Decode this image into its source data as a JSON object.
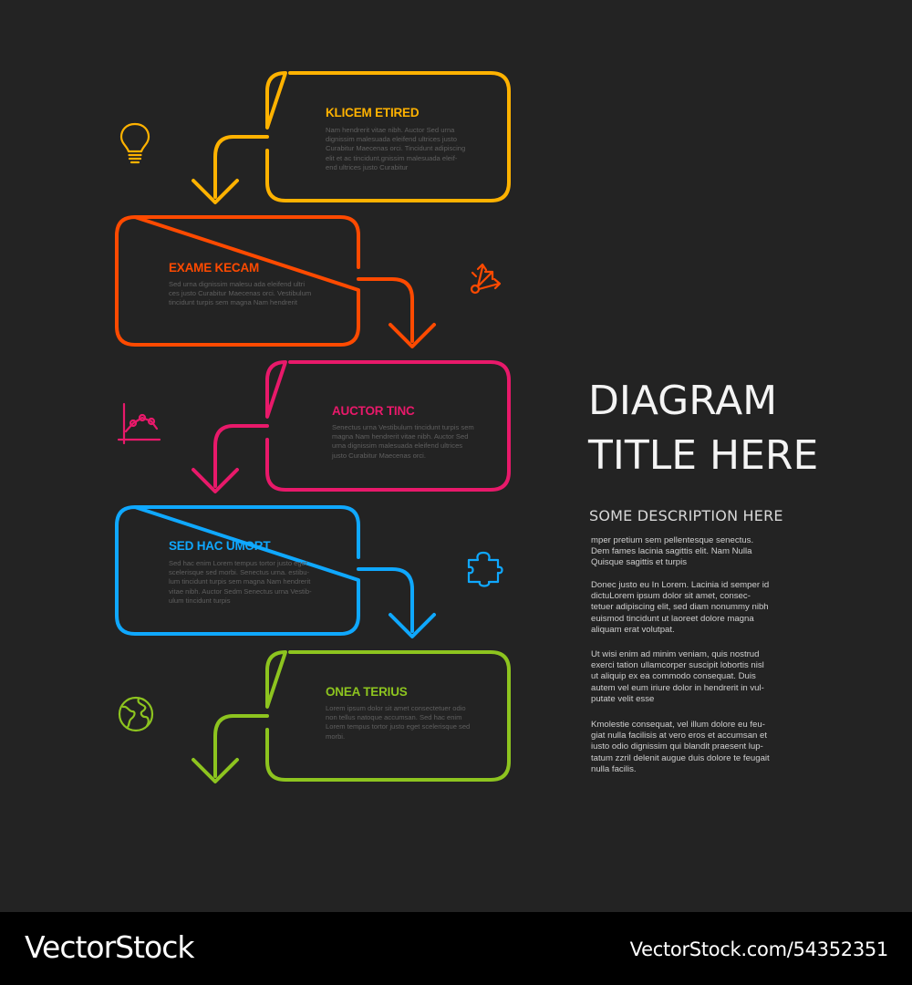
{
  "colors": {
    "background": "#232323",
    "step1": "#ffb200",
    "step2": "#ff4a00",
    "step3": "#e8196a",
    "step4": "#0fa8ff",
    "step5": "#8dc41f",
    "footer": "#000000"
  },
  "steps": [
    {
      "title": "KLICEM ETIRED",
      "body": "Nam hendrerit vitae nibh. Auctor Sed urna\ndignissim malesuada eleifend ultrices justo\nCurabitur Maecenas orci. Tincidunt adipiscing\nelit et ac tincidunt.gnissim malesuada eleif-\nend ultrices justo Curabitur",
      "icon": "lightbulb-icon"
    },
    {
      "title": "EXAME KECAM",
      "body": "Sed urna dignissim malesu ada eleifend ultri\nces justo Curabitur Maecenas orci. Vestibulum\ntincidunt turpis sem magna Nam hendrerit",
      "icon": "branching-arrows-icon"
    },
    {
      "title": "AUCTOR TINC",
      "body": "Senectus urna Vestibulum tincidunt turpis sem\nmagna Nam hendrerit vitae nibh. Auctor Sed\nurna dignissim malesuada eleifend ultrices\njusto Curabitur Maecenas orci.",
      "icon": "line-chart-icon"
    },
    {
      "title": "SED HAC UMORT",
      "body": "Sed hac enim Lorem tempus tortor justo eget\nscelerisque sed morbi. Senectus urna. estibu-\nlum tincidunt turpis sem magna Nam hendrerit\nvitae nibh. Auctor Sedm Senectus urna Vestib-\nulum tincidunt turpis",
      "icon": "puzzle-piece-icon"
    },
    {
      "title": "ONEA TERIUS",
      "body": "Lorem ipsum dolor sit amet consectetuer odio\nnon tellus natoque accumsan. Sed hac enim\nLorem tempus tortor justo eget scelerisque sed\nmorbi.",
      "icon": "globe-icon"
    }
  ],
  "title": {
    "line1": "DIAGRAM",
    "line2": "TITLE HERE"
  },
  "description_heading": "SOME DESCRIPTION HERE",
  "paragraphs": [
    "mper pretium sem pellentesque senectus.\nDem fames lacinia sagittis elit. Nam Nulla\nQuisque sagittis et turpis",
    "Donec justo eu In Lorem. Lacinia id semper id\ndictuLorem ipsum dolor sit amet, consec-\ntetuer adipiscing elit, sed diam nonummy nibh\neuismod tincidunt ut laoreet dolore magna\naliquam erat volutpat.",
    "Ut wisi enim ad minim veniam, quis nostrud\nexerci tation ullamcorper suscipit lobortis nisl\nut aliquip ex ea commodo consequat. Duis\nautem vel eum iriure dolor in hendrerit in vul-\nputate velit esse",
    "Kmolestie consequat, vel illum dolore eu feu-\ngiat nulla facilisis at vero eros et accumsan et\niusto odio dignissim qui blandit praesent lup-\ntatum zzril delenit augue duis dolore te feugait\nnulla facilis."
  ],
  "footer": {
    "brand": "VectorStock",
    "image_id": "VectorStock.com/54352351"
  }
}
